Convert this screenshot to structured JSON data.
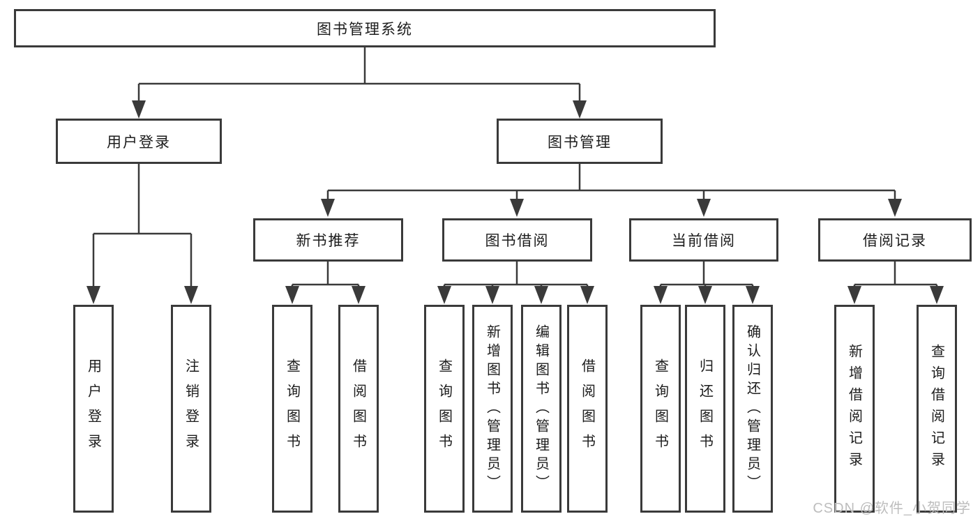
{
  "diagram": {
    "title": "图书管理系统",
    "level1": [
      {
        "label": "用户登录"
      },
      {
        "label": "图书管理"
      }
    ],
    "level2": [
      {
        "label": "新书推荐",
        "parent": "图书管理"
      },
      {
        "label": "图书借阅",
        "parent": "图书管理"
      },
      {
        "label": "当前借阅",
        "parent": "图书管理"
      },
      {
        "label": "借阅记录",
        "parent": "图书管理"
      }
    ],
    "leaves": [
      {
        "label": "用户登录",
        "parent": "用户登录"
      },
      {
        "label": "注销登录",
        "parent": "用户登录"
      },
      {
        "label": "查询图书",
        "parent": "新书推荐"
      },
      {
        "label": "借阅图书",
        "parent": "新书推荐"
      },
      {
        "label": "查询图书",
        "parent": "图书借阅"
      },
      {
        "label": "新增图书（管理员）",
        "parent": "图书借阅"
      },
      {
        "label": "编辑图书（管理员）",
        "parent": "图书借阅"
      },
      {
        "label": "借阅图书",
        "parent": "图书借阅"
      },
      {
        "label": "查询图书",
        "parent": "当前借阅"
      },
      {
        "label": "归还图书",
        "parent": "当前借阅"
      },
      {
        "label": "确认归还（管理员）",
        "parent": "当前借阅"
      },
      {
        "label": "新增借阅记录",
        "parent": "借阅记录"
      },
      {
        "label": "查询借阅记录",
        "parent": "借阅记录"
      }
    ]
  },
  "watermark": "CSDN @软件_小贺同学",
  "colors": {
    "line": "#3a3a3a",
    "text": "#1c1c1c",
    "watermark": "#bdbdbd",
    "background": "#ffffff"
  }
}
